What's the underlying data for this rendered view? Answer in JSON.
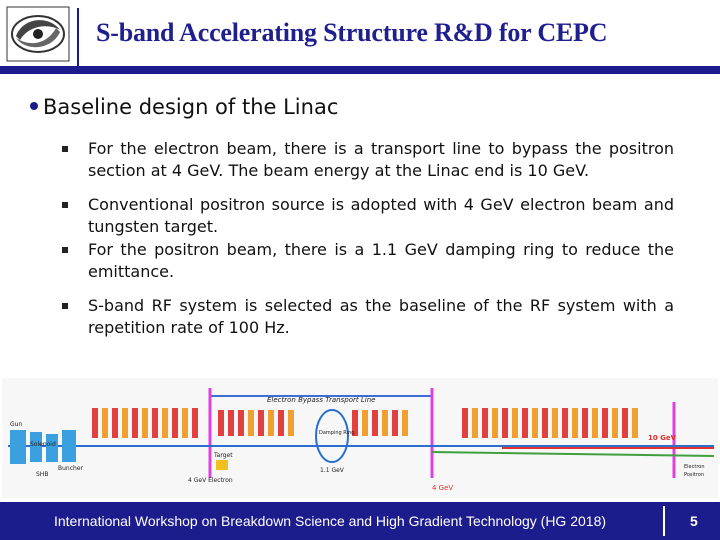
{
  "header": {
    "title": "S-band Accelerating Structure R&D for CEPC"
  },
  "section": {
    "heading": "Baseline design of the Linac",
    "bullets": [
      "For the electron beam, there is a transport line to bypass the positron section at 4 GeV. The beam energy at the Linac end is 10 GeV.",
      "Conventional positron source is adopted with 4 GeV electron beam and tungsten target.",
      "For the positron beam, there is a 1.1 GeV damping ring to reduce the emittance.",
      "S-band RF system is selected as the baseline of the RF system with a repetition rate of 100 Hz."
    ]
  },
  "diagram": {
    "bypass_label": "Electron Bypass Transport Line",
    "energy_10": "10 GeV",
    "energy_4": "4 GeV",
    "energy_11": "1.1 GeV",
    "damping_ring": "Damping Ring",
    "target": "Target",
    "solenoid": "Solenoid",
    "gun": "Gun",
    "shb": "SHB",
    "buncher": "Buncher",
    "electron_4gev": "4 GeV Electron",
    "electron_out": "Electron",
    "positron_out": "Positron"
  },
  "footer": {
    "text": "International Workshop on Breakdown Science and High Gradient Technology (HG 2018)",
    "page": "5"
  }
}
